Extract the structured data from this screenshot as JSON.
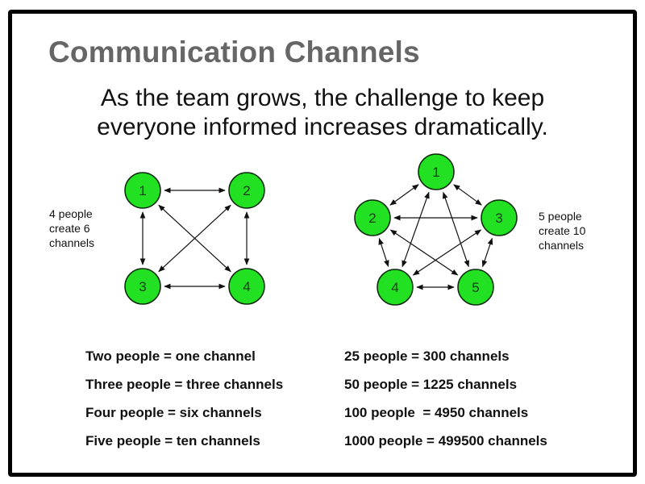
{
  "title": "Communication Channels",
  "subtitle_lines": [
    "As the team grows, the challenge to keep",
    "everyone informed increases dramatically."
  ],
  "colors": {
    "node_fill": "#22e022",
    "node_stroke": "#0a2a0a",
    "title": "#666666",
    "edge": "#111111"
  },
  "diagram_left": {
    "caption_lines": [
      "4 people",
      "create 6",
      "channels"
    ],
    "nodes": [
      {
        "label": "1",
        "role": "top-left"
      },
      {
        "label": "2",
        "role": "top-right"
      },
      {
        "label": "3",
        "role": "bottom-left"
      },
      {
        "label": "4",
        "role": "bottom-right"
      }
    ],
    "edges": [
      [
        "1",
        "2"
      ],
      [
        "1",
        "3"
      ],
      [
        "1",
        "4"
      ],
      [
        "2",
        "3"
      ],
      [
        "2",
        "4"
      ],
      [
        "3",
        "4"
      ]
    ]
  },
  "diagram_right": {
    "caption_lines": [
      "5 people",
      "create 10",
      "channels"
    ],
    "nodes": [
      {
        "label": "1",
        "role": "top"
      },
      {
        "label": "2",
        "role": "left"
      },
      {
        "label": "3",
        "role": "right"
      },
      {
        "label": "4",
        "role": "bottom-left"
      },
      {
        "label": "5",
        "role": "bottom-right"
      }
    ],
    "edges": [
      [
        "1",
        "2"
      ],
      [
        "1",
        "3"
      ],
      [
        "1",
        "4"
      ],
      [
        "1",
        "5"
      ],
      [
        "2",
        "3"
      ],
      [
        "2",
        "4"
      ],
      [
        "2",
        "5"
      ],
      [
        "3",
        "4"
      ],
      [
        "3",
        "5"
      ],
      [
        "4",
        "5"
      ]
    ]
  },
  "facts_left": [
    "Two people = one channel",
    "Three people = three channels",
    "Four people = six channels",
    "Five people = ten channels"
  ],
  "facts_right": [
    "25 people = 300 channels",
    "50 people = 1225 channels",
    "100 people  = 4950 channels",
    "1000 people = 499500 channels"
  ]
}
